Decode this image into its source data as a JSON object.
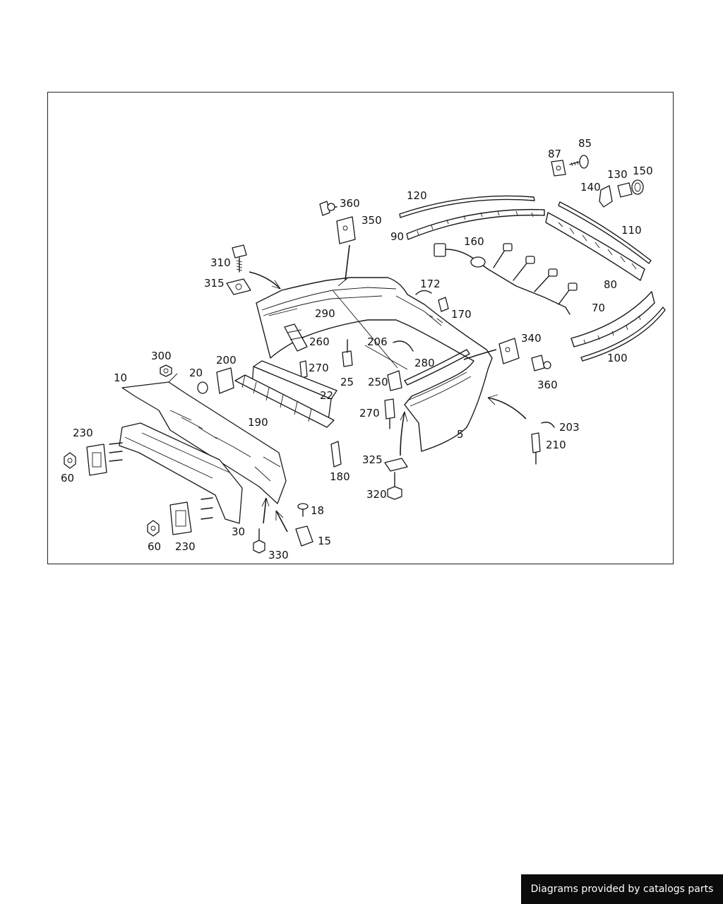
{
  "callouts": [
    {
      "id": "c5",
      "label": "5"
    },
    {
      "id": "c10",
      "label": "10"
    },
    {
      "id": "c15",
      "label": "15"
    },
    {
      "id": "c18",
      "label": "18"
    },
    {
      "id": "c20",
      "label": "20"
    },
    {
      "id": "c22",
      "label": "22"
    },
    {
      "id": "c25",
      "label": "25"
    },
    {
      "id": "c30",
      "label": "30"
    },
    {
      "id": "c60a",
      "label": "60"
    },
    {
      "id": "c60b",
      "label": "60"
    },
    {
      "id": "c70",
      "label": "70"
    },
    {
      "id": "c80",
      "label": "80"
    },
    {
      "id": "c85",
      "label": "85"
    },
    {
      "id": "c87",
      "label": "87"
    },
    {
      "id": "c90",
      "label": "90"
    },
    {
      "id": "c100",
      "label": "100"
    },
    {
      "id": "c110",
      "label": "110"
    },
    {
      "id": "c120",
      "label": "120"
    },
    {
      "id": "c130",
      "label": "130"
    },
    {
      "id": "c140",
      "label": "140"
    },
    {
      "id": "c150",
      "label": "150"
    },
    {
      "id": "c160",
      "label": "160"
    },
    {
      "id": "c170",
      "label": "170"
    },
    {
      "id": "c172",
      "label": "172"
    },
    {
      "id": "c180",
      "label": "180"
    },
    {
      "id": "c190",
      "label": "190"
    },
    {
      "id": "c200",
      "label": "200"
    },
    {
      "id": "c203",
      "label": "203"
    },
    {
      "id": "c206",
      "label": "206"
    },
    {
      "id": "c210",
      "label": "210"
    },
    {
      "id": "c230a",
      "label": "230"
    },
    {
      "id": "c230b",
      "label": "230"
    },
    {
      "id": "c250",
      "label": "250"
    },
    {
      "id": "c260",
      "label": "260"
    },
    {
      "id": "c270a",
      "label": "270"
    },
    {
      "id": "c270b",
      "label": "270"
    },
    {
      "id": "c280",
      "label": "280"
    },
    {
      "id": "c290",
      "label": "290"
    },
    {
      "id": "c300",
      "label": "300"
    },
    {
      "id": "c310",
      "label": "310"
    },
    {
      "id": "c315",
      "label": "315"
    },
    {
      "id": "c320",
      "label": "320"
    },
    {
      "id": "c325",
      "label": "325"
    },
    {
      "id": "c330",
      "label": "330"
    },
    {
      "id": "c340",
      "label": "340"
    },
    {
      "id": "c350",
      "label": "350"
    },
    {
      "id": "c360a",
      "label": "360"
    },
    {
      "id": "c360b",
      "label": "360"
    }
  ],
  "footer": {
    "text": "Diagrams provided by catalogs parts"
  }
}
